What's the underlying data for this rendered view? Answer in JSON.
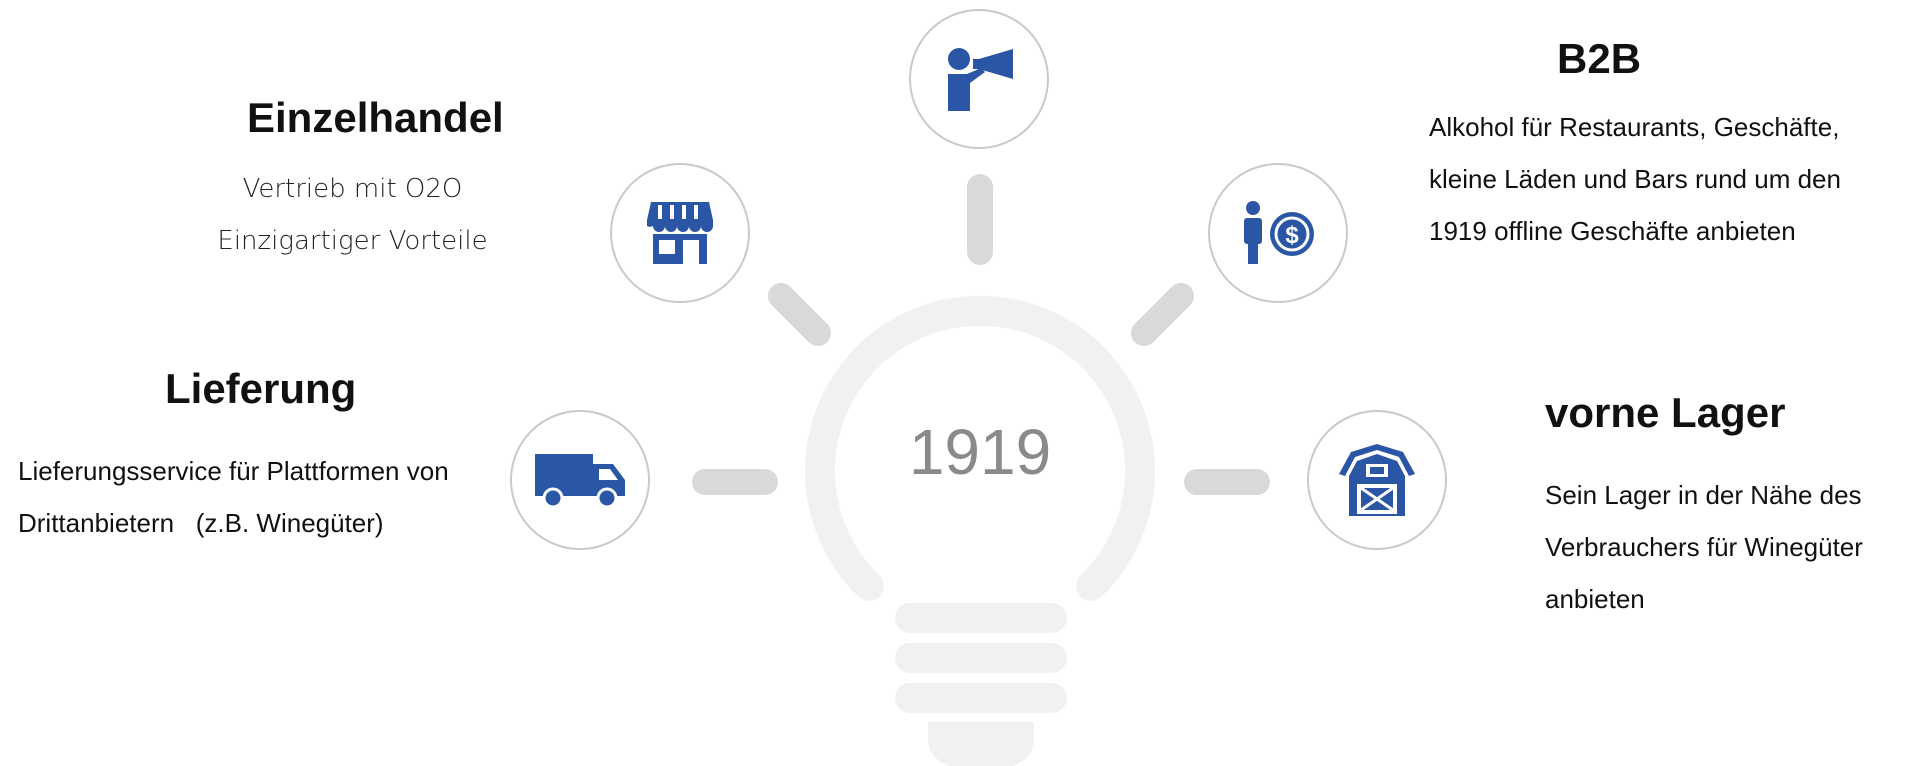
{
  "center": {
    "label": "1919"
  },
  "colors": {
    "icon": "#2b55a5",
    "circle_border": "#c9c9c9",
    "bulb": "#f1f1f1",
    "ray": "#d9d9d9",
    "center_text": "#8a8a8a"
  },
  "icons": {
    "top": "megaphone-person-icon",
    "left_upper": "storefront-icon",
    "left_lower": "delivery-truck-icon",
    "right_upper": "person-dollar-icon",
    "right_lower": "barn-warehouse-icon"
  },
  "sections": {
    "einzelhandel": {
      "title": "Einzelhandel",
      "lines": [
        "Vertrieb mit O2O",
        "Einzigartiger Vorteile"
      ]
    },
    "lieferung": {
      "title": "Lieferung",
      "lines": [
        "Lieferungsservice für Plattformen von",
        "Drittanbietern   (z.B. Winegüter)"
      ]
    },
    "b2b": {
      "title": "B2B",
      "lines": [
        "Alkohol für Restaurants, Geschäfte,",
        "kleine Läden und Bars rund um den",
        "1919 offline Geschäfte anbieten"
      ]
    },
    "lager": {
      "title": "vorne Lager",
      "lines": [
        "Sein Lager in der Nähe des",
        "Verbrauchers für Winegüter",
        "anbieten"
      ]
    }
  }
}
